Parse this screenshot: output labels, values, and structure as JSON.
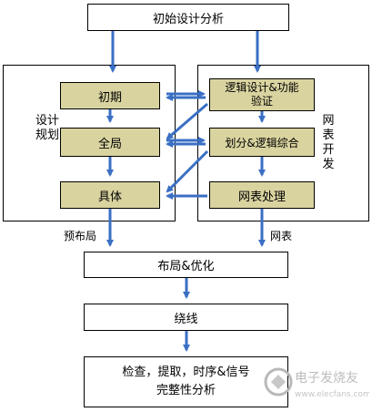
{
  "nodes": {
    "initial_analysis": "初始设计分析",
    "early": "初期",
    "global": "全局",
    "detailed": "具体",
    "logic_design": "逻辑设计&功能验证",
    "partition": "划分&逻辑综合",
    "netlist_proc": "网表处理",
    "place_opt": "布局&优化",
    "routing": "绕线",
    "check": "检查，提取，时序&信号完整性分析"
  },
  "panel_labels": {
    "left": "设计规划",
    "right": "网表开发"
  },
  "edge_labels": {
    "prelayout": "预布局",
    "netlist": "网表"
  },
  "watermark": "电子发烧友 www.elecfans.com",
  "colors": {
    "arrow": "#3a6fc4",
    "box_fill": "#d9d3a0"
  }
}
